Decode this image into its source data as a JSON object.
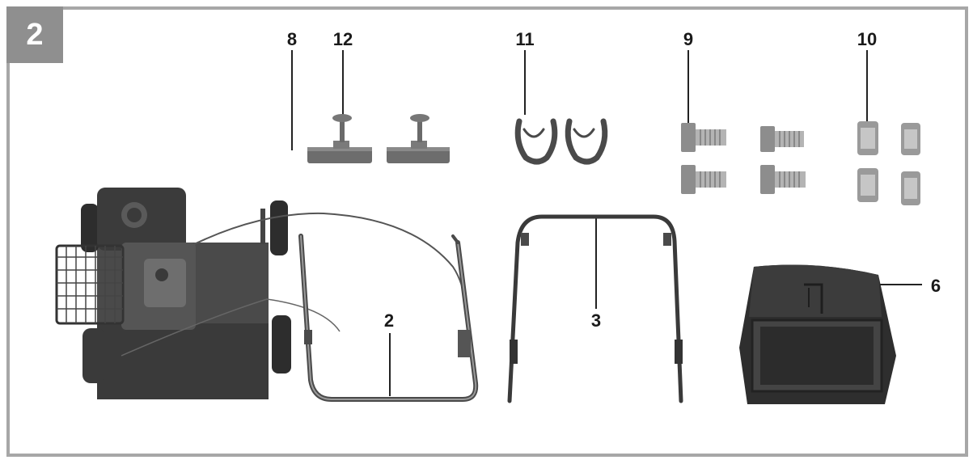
{
  "figure": {
    "number": "2"
  },
  "callouts": {
    "c8": "8",
    "c12": "12",
    "c11": "11",
    "c9": "9",
    "c10": "10",
    "c2": "2",
    "c3": "3",
    "c6": "6"
  }
}
